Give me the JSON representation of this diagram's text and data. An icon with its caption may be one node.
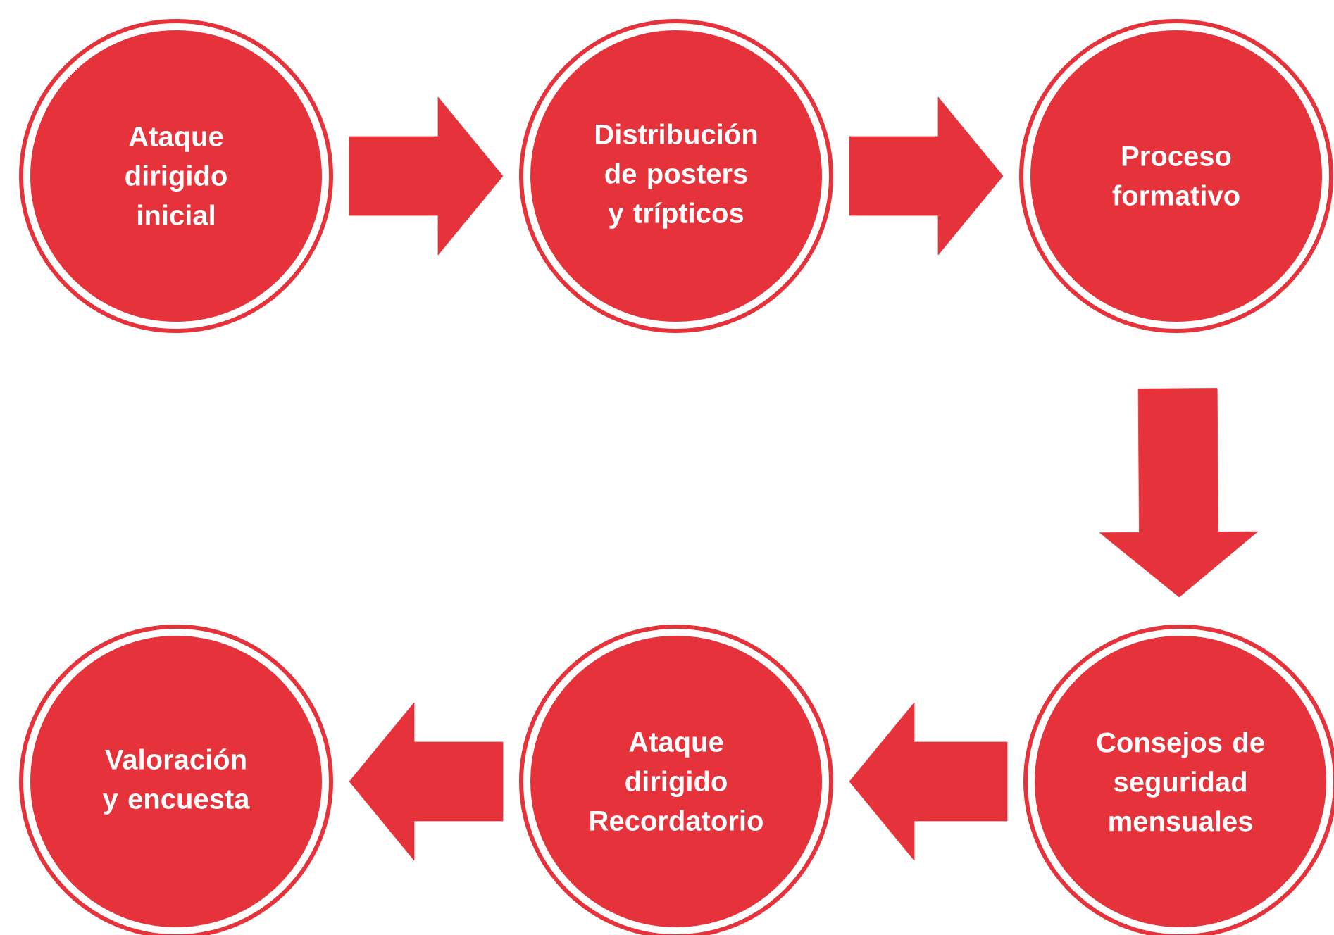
{
  "diagram": {
    "nodes": [
      {
        "text": [
          "Ataque dirigido inicial"
        ]
      },
      {
        "text": [
          "Distribución de posters y trípticos"
        ]
      },
      {
        "text": [
          "Proceso formativo"
        ]
      },
      {
        "text": [
          "Consejos de seguridad mensuales"
        ]
      },
      {
        "text": [
          "Ataque dirigido Recordatorio"
        ]
      },
      {
        "text": [
          "Valoración y encuesta"
        ]
      }
    ],
    "edges": [
      {
        "from": 0,
        "to": 1,
        "arrow": "to"
      },
      {
        "from": 1,
        "to": 2,
        "arrow": "to"
      },
      {
        "from": 2,
        "to": 3,
        "arrow": "to"
      },
      {
        "from": 3,
        "to": 4,
        "arrow": "to"
      },
      {
        "from": 4,
        "to": 5,
        "arrow": "to"
      }
    ]
  }
}
